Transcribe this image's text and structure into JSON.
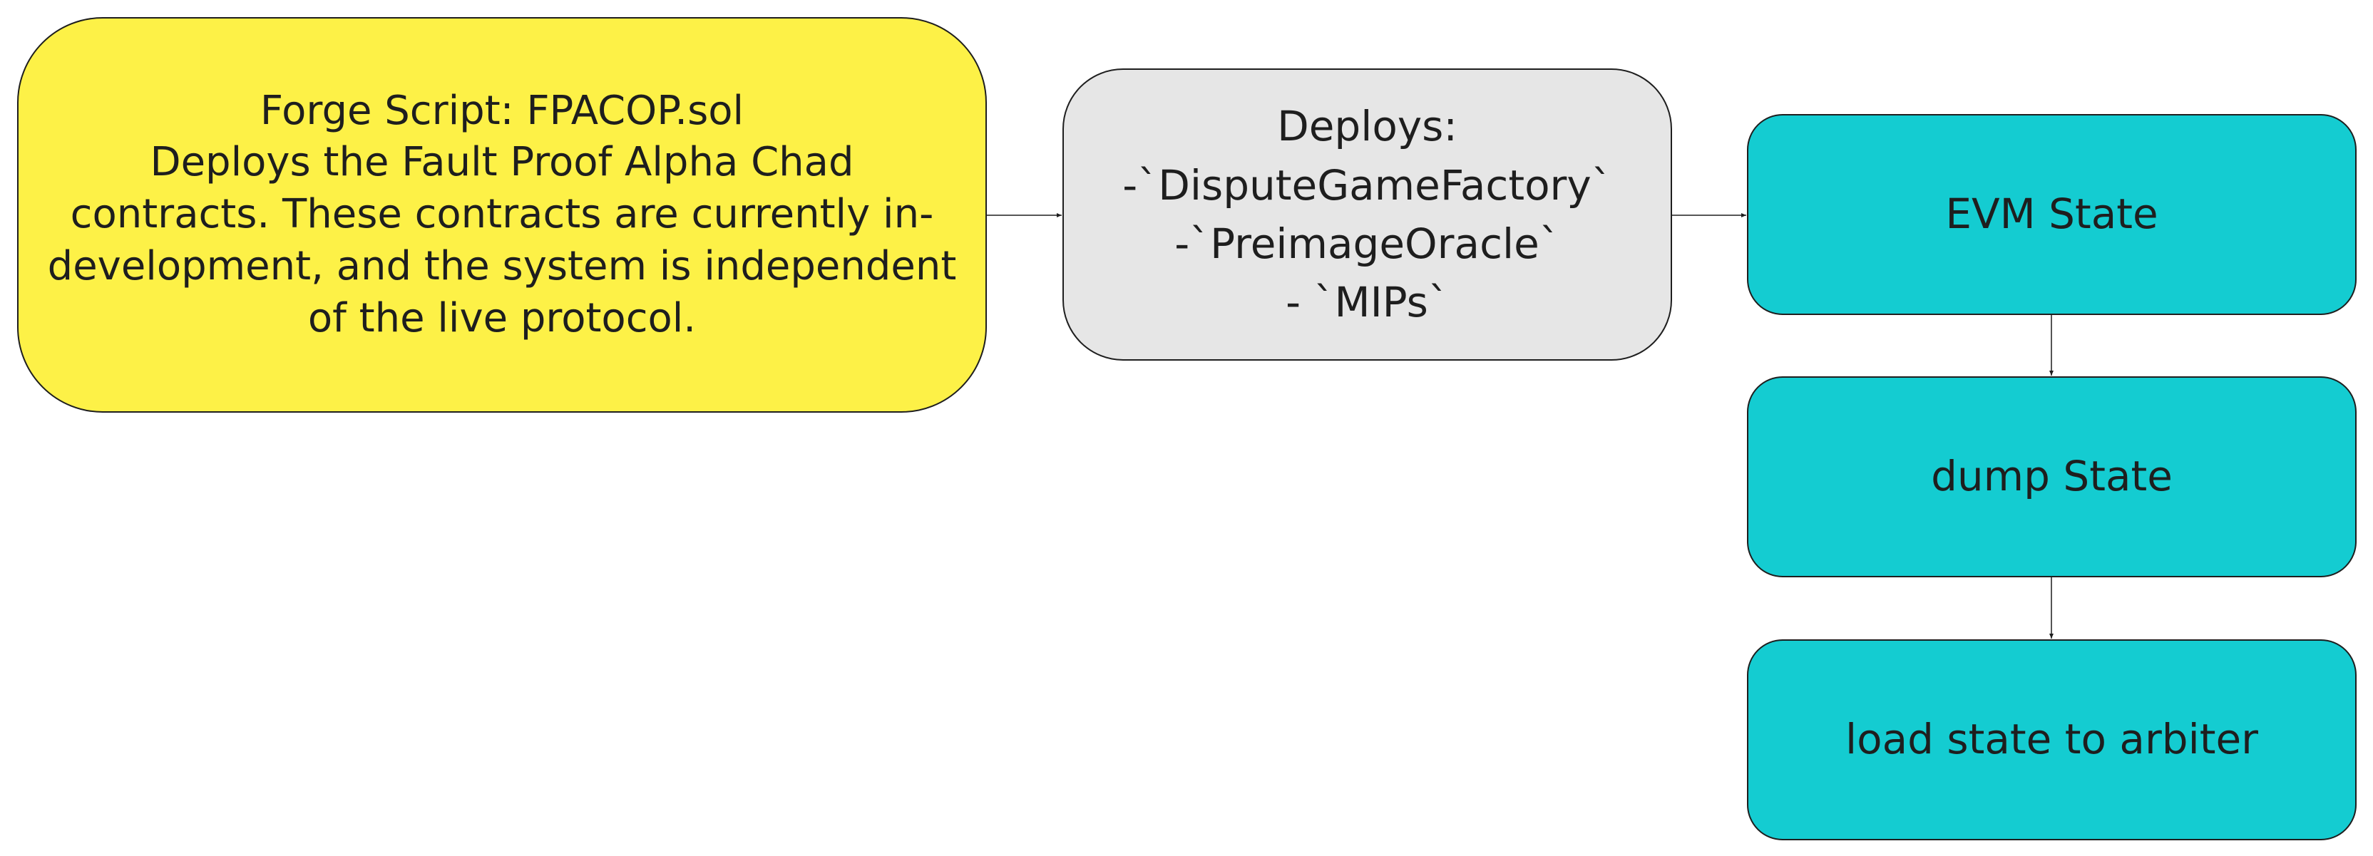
{
  "diagram": {
    "nodes": [
      {
        "id": "forge",
        "lines": [
          "Forge Script: FPACOP.sol",
          "Deploys the Fault Proof Alpha Chad",
          "contracts. These contracts are currently in-",
          "development, and the system is independent",
          "of the live protocol."
        ],
        "fill": "#fdf147"
      },
      {
        "id": "deploys",
        "lines": [
          "Deploys:",
          "-`DisputeGameFactory`",
          "-`PreimageOracle`",
          "- `MIPs`"
        ],
        "fill": "#e6e6e6"
      },
      {
        "id": "evm",
        "lines": [
          "EVM State"
        ],
        "fill": "#14ccd1"
      },
      {
        "id": "dump",
        "lines": [
          "dump State"
        ],
        "fill": "#14ccd1"
      },
      {
        "id": "load",
        "lines": [
          "load state to arbiter"
        ],
        "fill": "#14ccd1"
      }
    ],
    "edges": [
      {
        "from": "forge",
        "to": "deploys"
      },
      {
        "from": "deploys",
        "to": "evm"
      },
      {
        "from": "evm",
        "to": "dump"
      },
      {
        "from": "dump",
        "to": "load"
      }
    ]
  }
}
